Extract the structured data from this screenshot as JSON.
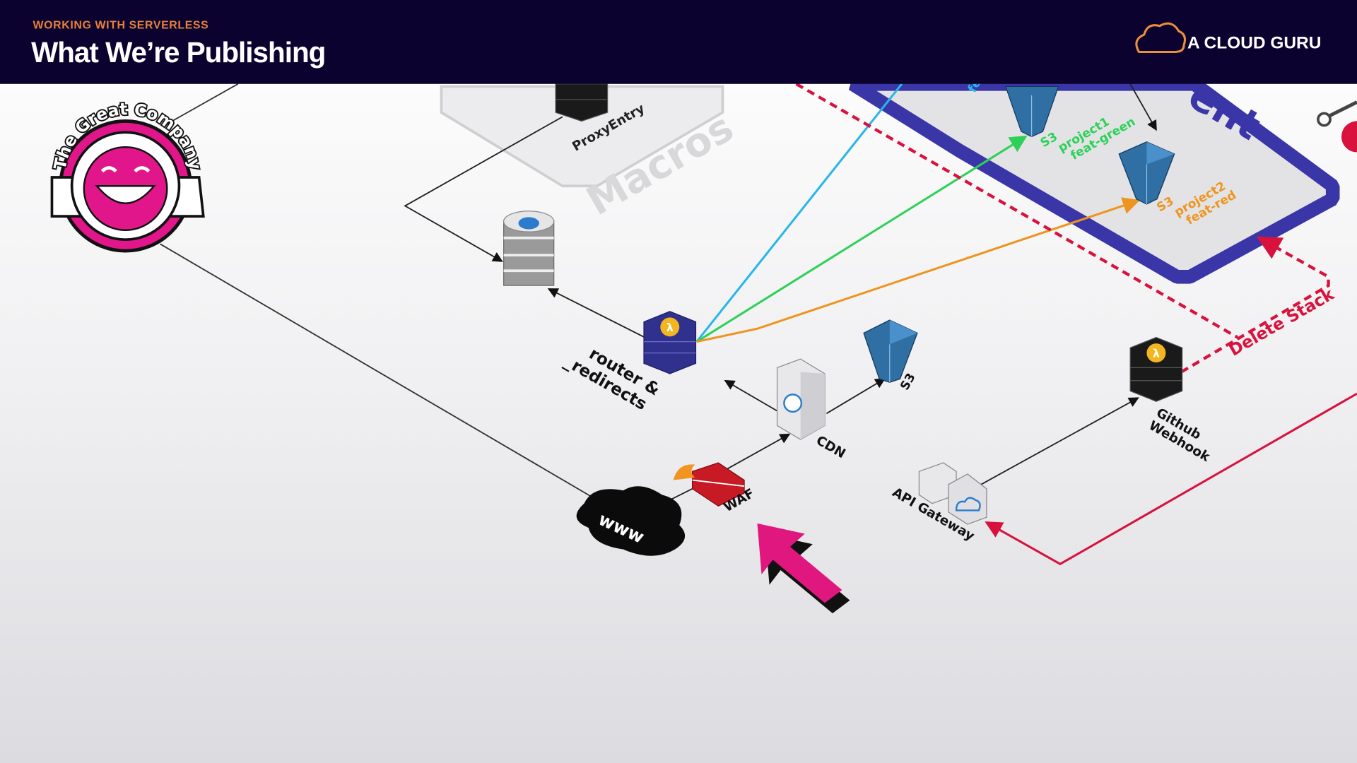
{
  "header": {
    "eyebrow": "WORKING WITH SERVERLESS",
    "title": "What We’re Publishing",
    "brand": "A CLOUD GURU",
    "brand_icon": "cloud-logo-icon"
  },
  "badge": {
    "text": "The Great Company",
    "icon": "smiley-face-icon"
  },
  "diagram": {
    "watermark": "Macros",
    "labels": {
      "proxy_entry": "ProxyEntry",
      "router_line1": "router &",
      "router_line2": "_redirects",
      "cdn": "CDN",
      "s3": "S3",
      "waf": "WAF",
      "www": "www",
      "api_gateway": "API Gateway",
      "github_line1": "Github",
      "github_line2": "Webhook",
      "s3_green_1": "S3",
      "s3_green_2": "project1",
      "s3_green_3": "feat-green",
      "s3_red_1": "S3",
      "s3_red_2": "project2",
      "s3_red_3": "feat-red",
      "delete_stack": "Delete Stack",
      "env_partial": "ent",
      "cyan_partial": "fe"
    }
  },
  "colors": {
    "header_bg": "#0c0230",
    "eyebrow": "#e8823a",
    "env_border": "#3a36a8",
    "cyan": "#29b6e8",
    "green": "#2ed158",
    "orange": "#ee9520",
    "red": "#d8123c",
    "pointer": "#e0177f",
    "s3_blue": "#2f6fa4"
  }
}
